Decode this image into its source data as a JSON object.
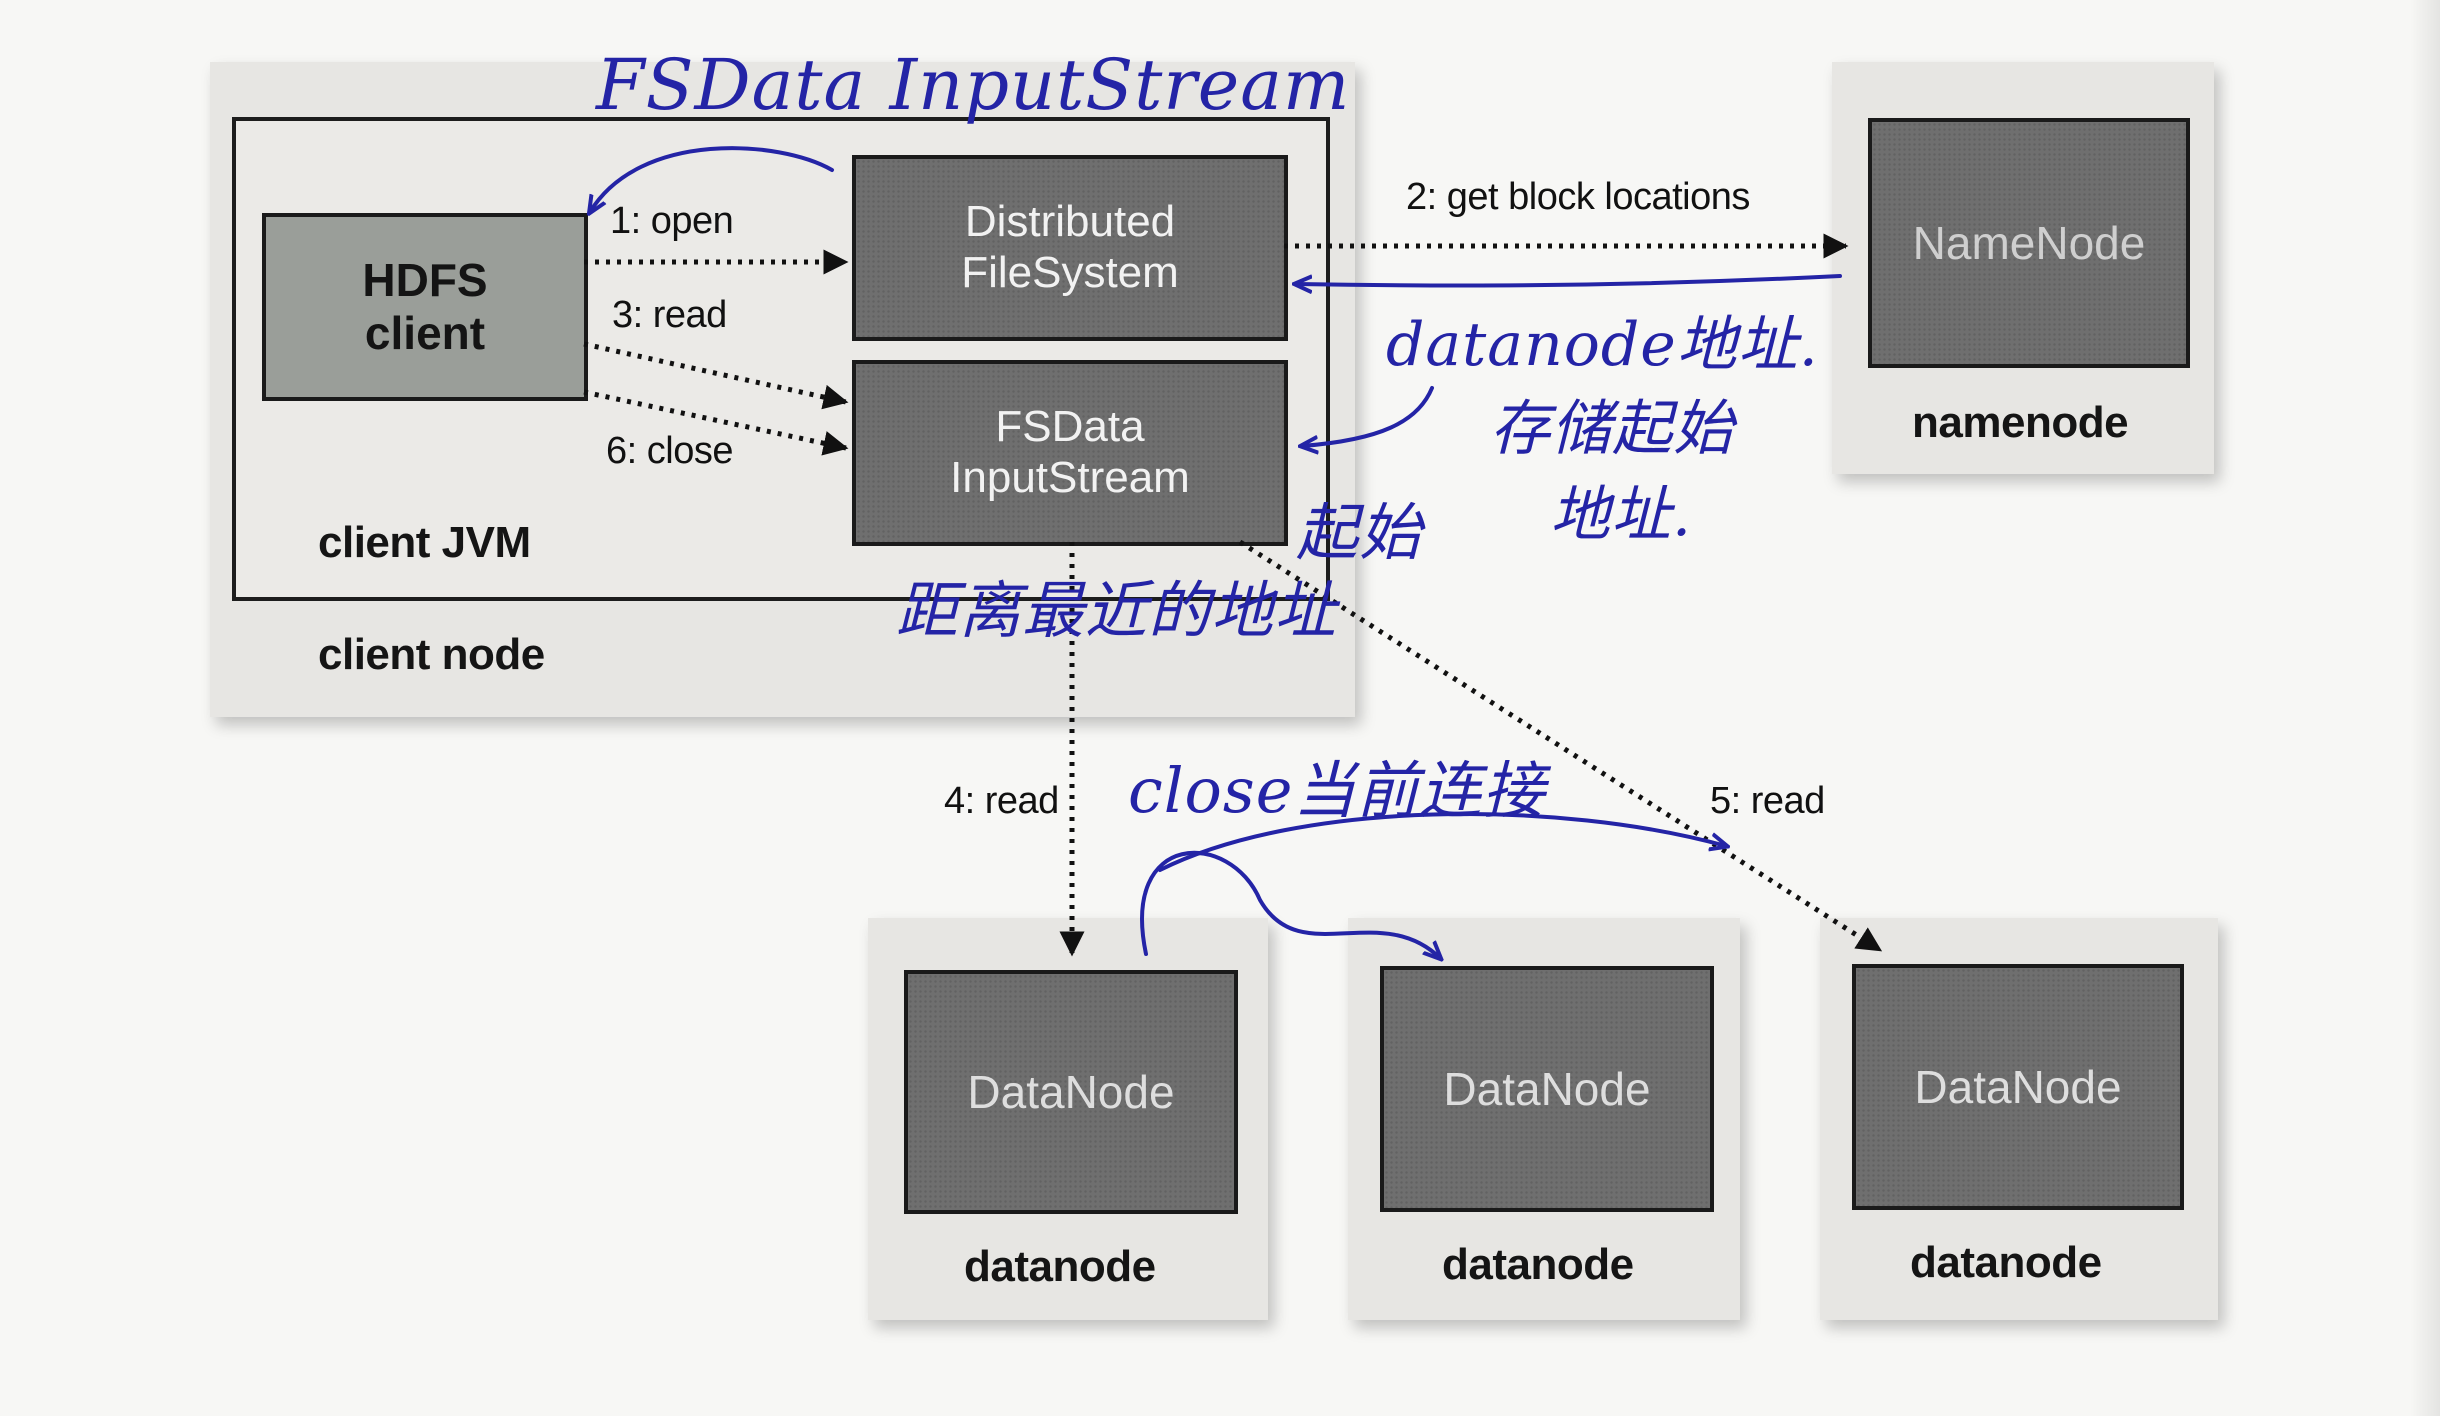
{
  "client_node": {
    "label": "client node",
    "jvm_label": "client JVM",
    "hdfs_client": [
      "HDFS",
      "client"
    ],
    "distributed_fs": [
      "Distributed",
      "FileSystem"
    ],
    "fsdata_stream": [
      "FSData",
      "InputStream"
    ]
  },
  "namenode": {
    "box": "NameNode",
    "label": "namenode"
  },
  "datanodes": [
    {
      "box": "DataNode",
      "label": "datanode"
    },
    {
      "box": "DataNode",
      "label": "datanode"
    },
    {
      "box": "DataNode",
      "label": "datanode"
    }
  ],
  "steps": {
    "open": "1: open",
    "get_block": "2: get block locations",
    "read3": "3: read",
    "read4": "4: read",
    "read5": "5: read",
    "close": "6: close"
  },
  "handwriting": {
    "title": "FSData InputStream",
    "datanode_addr": "datanode地址.",
    "store_start": "存储起始",
    "addr": "地址.",
    "start": "起始",
    "nearest": "距离最近的地址",
    "close_conn": "close当前连接"
  },
  "colors": {
    "ink": "#2424a6",
    "box_dark": "#6f6f6f",
    "box_light": "#9a9e99",
    "panel": "#e7e6e3"
  }
}
